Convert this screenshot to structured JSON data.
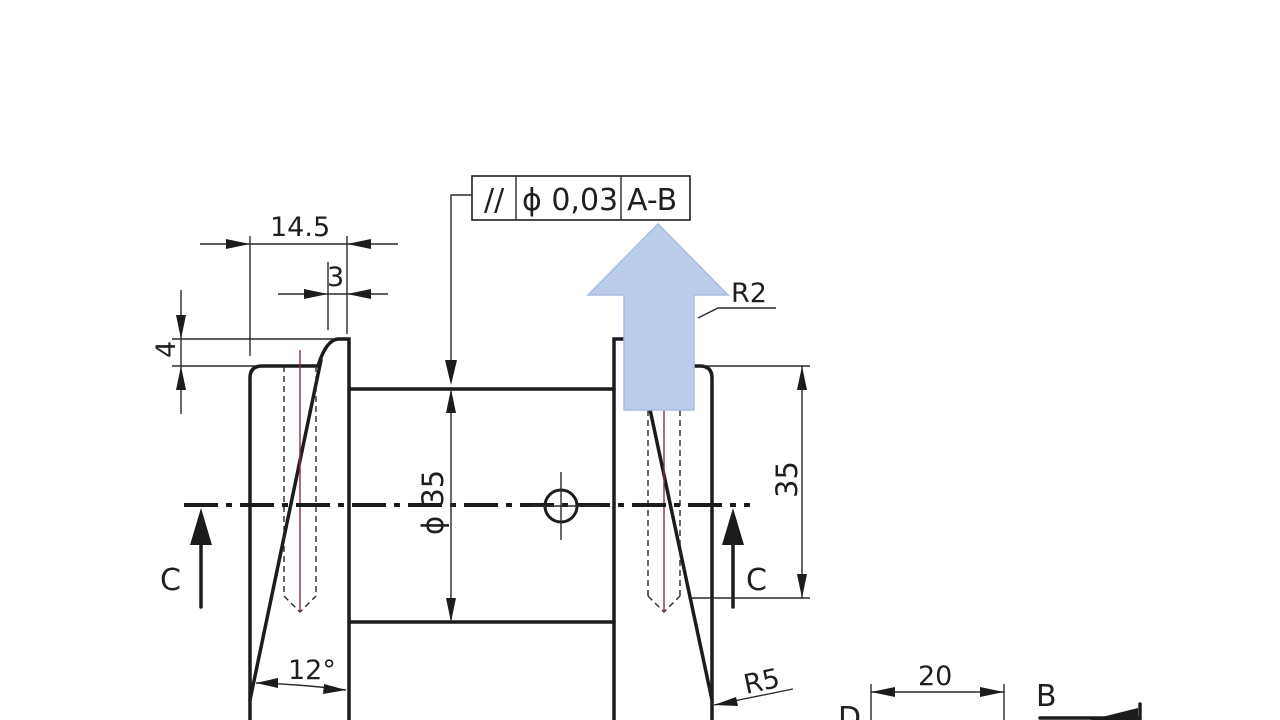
{
  "feature_control_frame": {
    "symbol": "//",
    "tolerance": "ϕ 0,03",
    "datum": "A-B"
  },
  "dimensions": {
    "width_total": "14.5",
    "width_step": "3",
    "flange_step": "4",
    "bore_diameter": "ϕ 35",
    "height": "35",
    "fillet_top": "R2",
    "fillet_bottom": "R5",
    "taper_angle": "12°",
    "bottom_length": "20"
  },
  "section_labels": {
    "left": "C",
    "right": "C"
  },
  "datum_labels": {
    "b": "B",
    "d": "D"
  },
  "colors": {
    "highlight_arrow": "#bccdeb",
    "axis_line": "#8b2b4d"
  }
}
